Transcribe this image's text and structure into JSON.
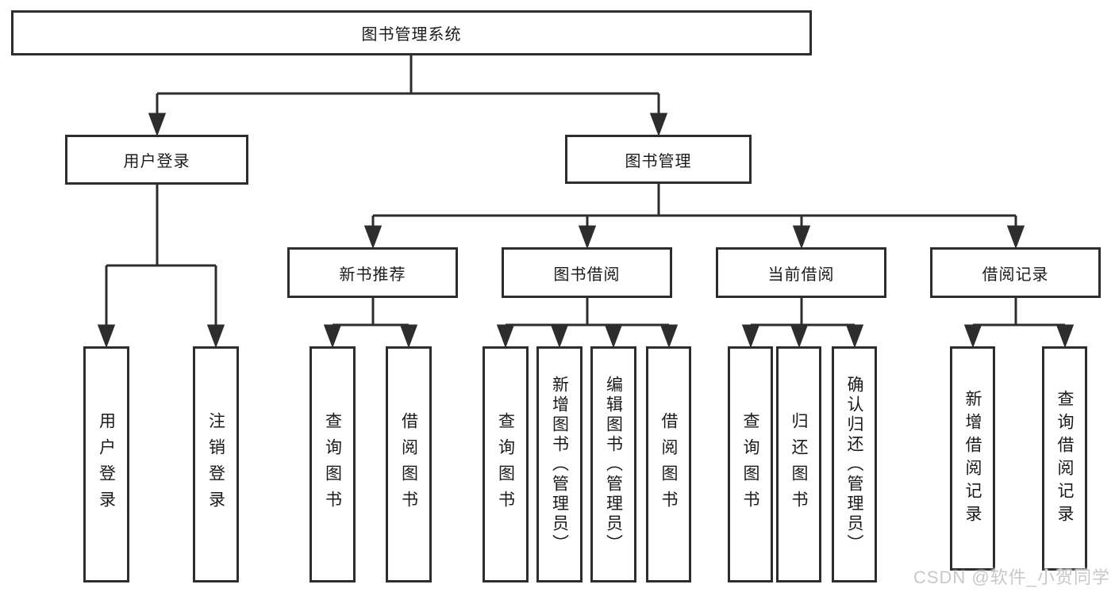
{
  "tree": {
    "root": {
      "label": "图书管理系统"
    },
    "branches": [
      {
        "label": "用户登录",
        "children": [
          {
            "label": "用户登录"
          },
          {
            "label": "注销登录"
          }
        ]
      },
      {
        "label": "图书管理",
        "children": [
          {
            "label": "新书推荐",
            "children": [
              {
                "label": "查询图书"
              },
              {
                "label": "借阅图书"
              }
            ]
          },
          {
            "label": "图书借阅",
            "children": [
              {
                "label": "查询图书"
              },
              {
                "label": "新增图书（管理员）"
              },
              {
                "label": "编辑图书（管理员）"
              },
              {
                "label": "借阅图书"
              }
            ]
          },
          {
            "label": "当前借阅",
            "children": [
              {
                "label": "查询图书"
              },
              {
                "label": "归还图书"
              },
              {
                "label": "确认归还（管理员）"
              }
            ]
          },
          {
            "label": "借阅记录",
            "children": [
              {
                "label": "新增借阅记录"
              },
              {
                "label": "查询借阅记录"
              }
            ]
          }
        ]
      }
    ]
  },
  "watermark": {
    "text": "CSDN @软件_小贺同学",
    "color": "#c8c8c8"
  },
  "colors": {
    "line": "#2d2d2d",
    "box_border": "#2d2d2d",
    "text": "#1a1a1a",
    "background": "#ffffff"
  }
}
